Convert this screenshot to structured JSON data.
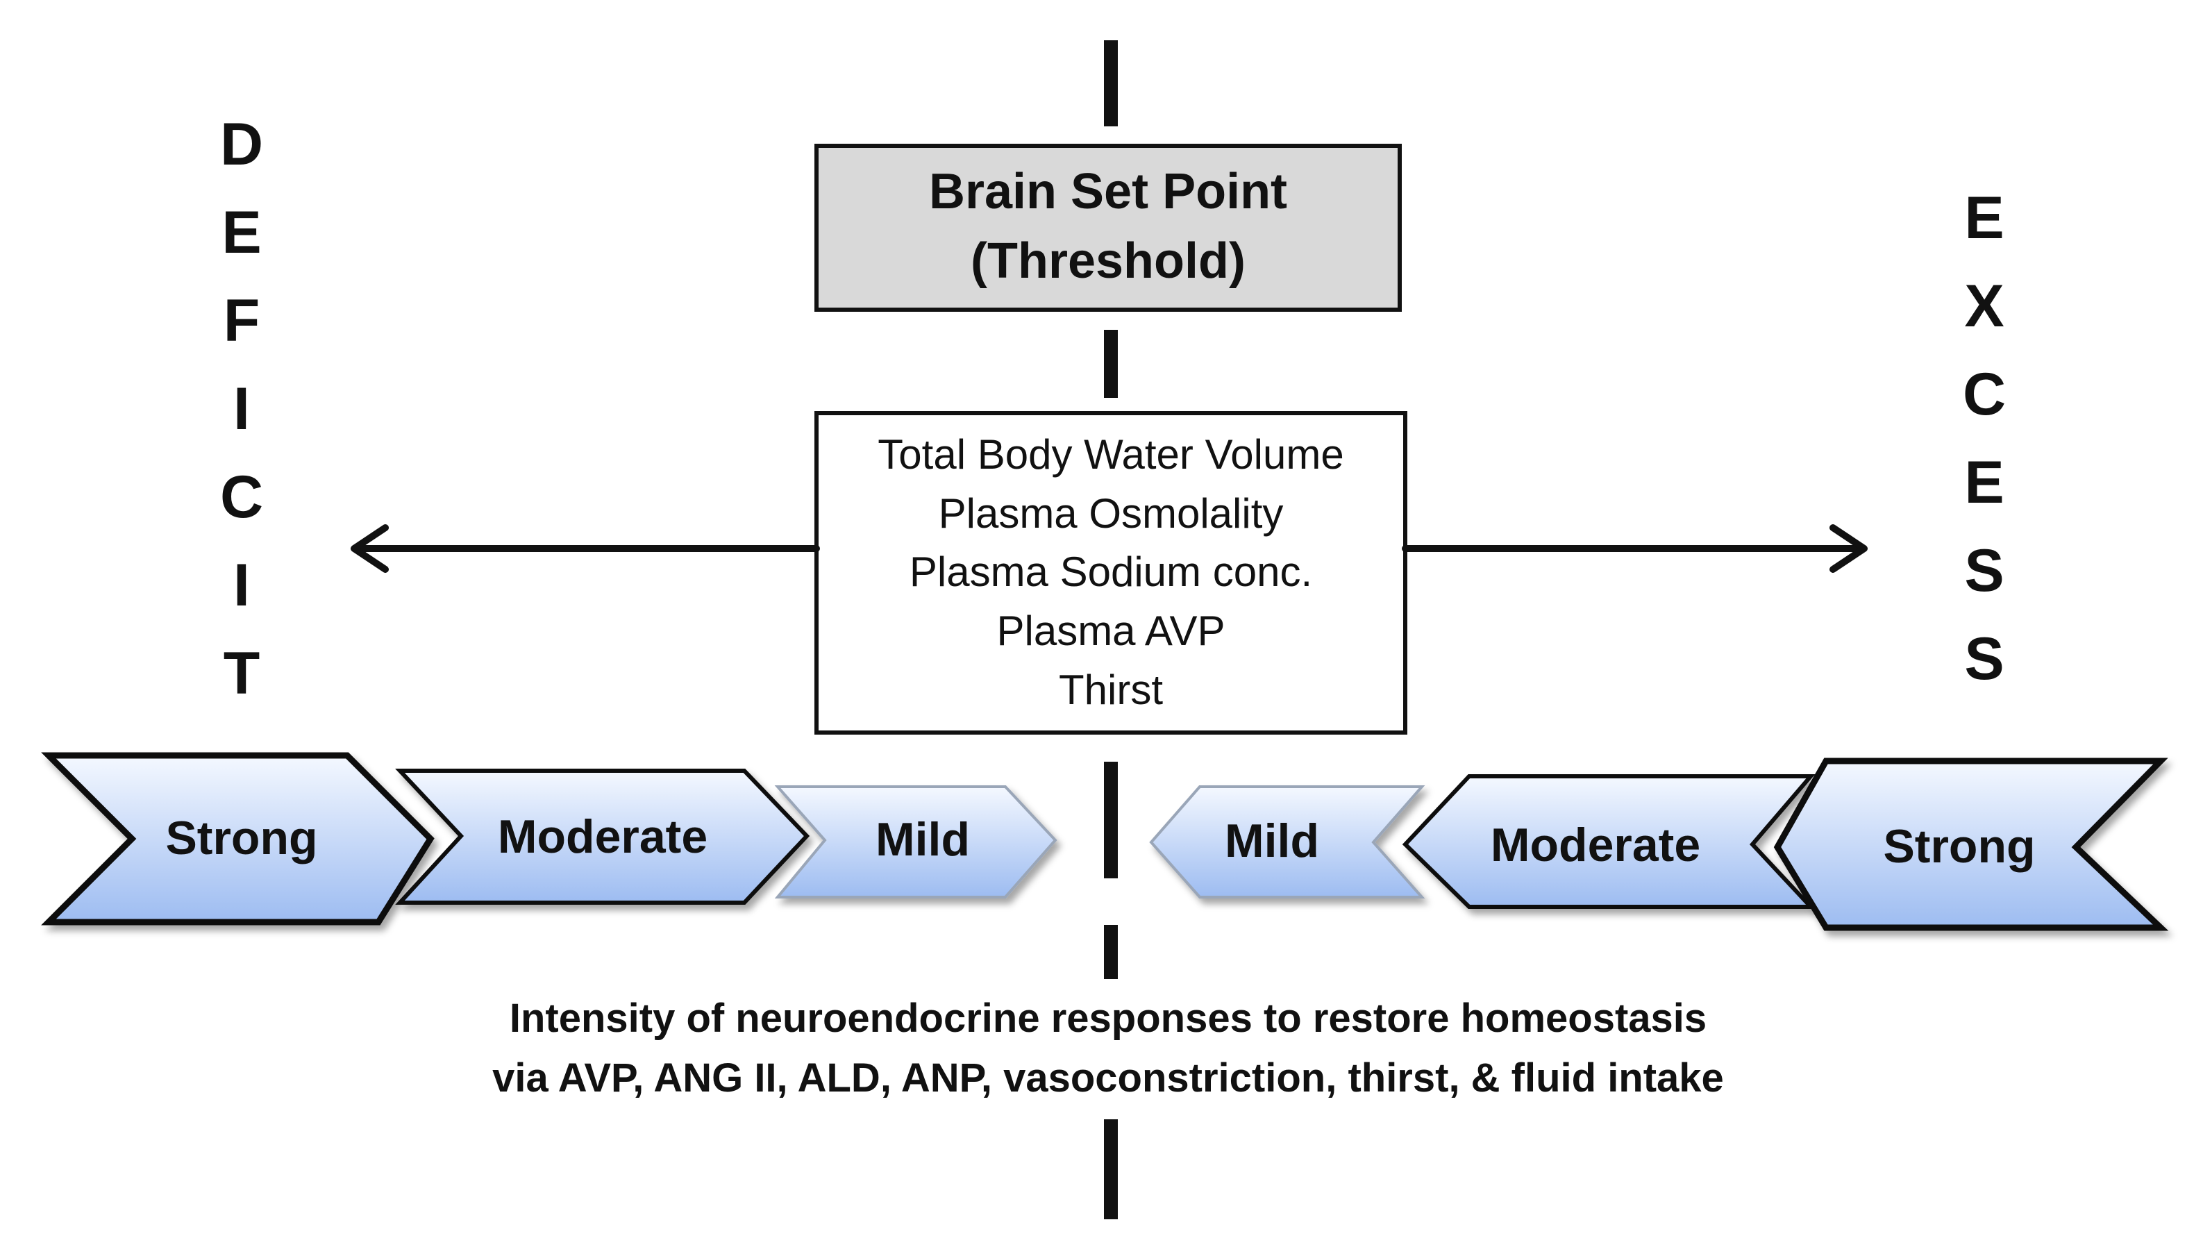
{
  "set_point": {
    "line1": "Brain Set Point",
    "line2": "(Threshold)"
  },
  "variables": [
    "Total Body Water Volume",
    "Plasma Osmolality",
    "Plasma Sodium conc.",
    "Plasma AVP",
    "Thirst"
  ],
  "deficit_letters": [
    "D",
    "E",
    "F",
    "I",
    "C",
    "I",
    "T"
  ],
  "excess_letters": [
    "E",
    "X",
    "C",
    "E",
    "S",
    "S"
  ],
  "left_chevrons": [
    "Strong",
    "Moderate",
    "Mild"
  ],
  "right_chevrons": [
    "Mild",
    "Moderate",
    "Strong"
  ],
  "caption": {
    "line1": "Intensity of neuroendocrine responses to restore homeostasis",
    "line2": "via AVP, ANG II, ALD, ANP, vasoconstriction, thirst, & fluid intake"
  },
  "colors": {
    "chevron_light": "#f4f8ff",
    "chevron_dark": "#9dbcf1",
    "box_gray": "#d9d9d9"
  }
}
